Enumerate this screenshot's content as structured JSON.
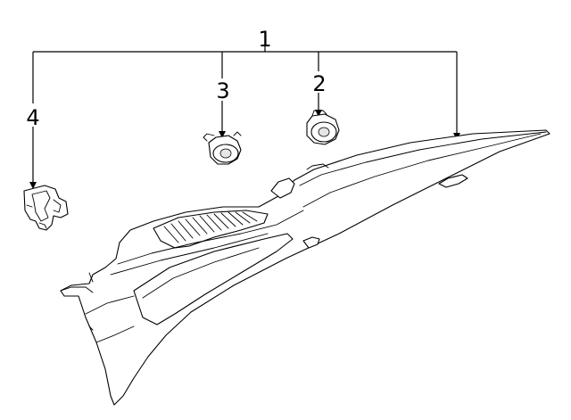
{
  "callouts": {
    "part_1": "1",
    "part_2": "2",
    "part_3": "3",
    "part_4": "4"
  },
  "colors": {
    "line": "#000000",
    "background": "#ffffff",
    "shading": "#e6e6e6"
  }
}
